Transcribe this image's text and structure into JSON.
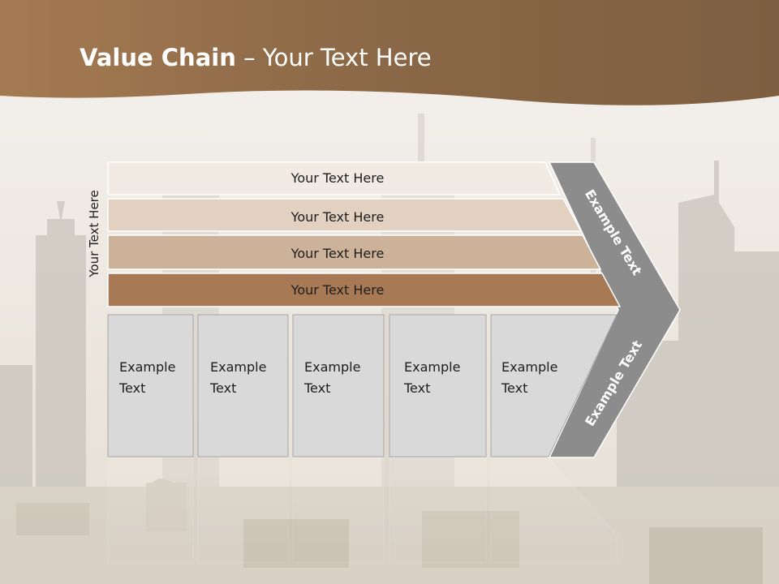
{
  "slide": {
    "title_bold": "Value Chain",
    "title_rest": " – Your Text Here"
  },
  "diagram": {
    "vertical_label": "Your Text Here",
    "bars": [
      {
        "label": "Your Text Here",
        "color": "#f1ebe4"
      },
      {
        "label": "Your Text Here",
        "color": "#e2d1c1"
      },
      {
        "label": "Your Text Here",
        "color": "#cdb29a"
      },
      {
        "label": "Your Text Here",
        "color": "#a77a55"
      }
    ],
    "boxes": [
      {
        "line1": "Example",
        "line2": "Text"
      },
      {
        "line1": "Example",
        "line2": "Text"
      },
      {
        "line1": "Example",
        "line2": "Text"
      },
      {
        "line1": "Example",
        "line2": "Text"
      },
      {
        "line1": "Example",
        "line2": "Text"
      }
    ],
    "chevron_upper": "Example Text",
    "chevron_lower": "Example Text"
  },
  "colors": {
    "header_brown": "#8a6746",
    "box_gray": "#d9d9d9",
    "chevron_gray": "#8c8c8c"
  }
}
